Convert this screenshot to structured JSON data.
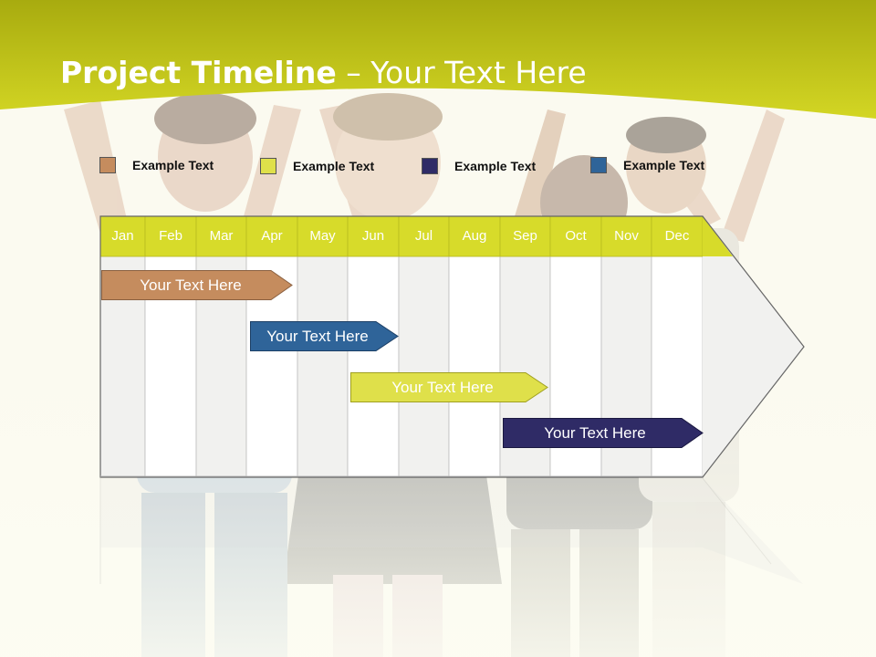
{
  "slide": {
    "title_bold": "Project Timeline",
    "title_rest": " – Your Text Here"
  },
  "legend": [
    {
      "label": "Example Text",
      "color": "#c58c5e"
    },
    {
      "label": "Example Text",
      "color": "#dfe04a"
    },
    {
      "label": "Example Text",
      "color": "#2f2b66"
    },
    {
      "label": "Example Text",
      "color": "#2f6499"
    }
  ],
  "timeline": {
    "months": [
      "Jan",
      "Feb",
      "Mar",
      "Apr",
      "May",
      "Jun",
      "Jul",
      "Aug",
      "Sep",
      "Oct",
      "Nov",
      "Dec"
    ],
    "header_color": "#d7db2a",
    "tasks": [
      {
        "label": "Your  Text Here",
        "color": "#c58c5e",
        "text_color": "#ffffff"
      },
      {
        "label": "Your  Text Here",
        "color": "#2f6499",
        "text_color": "#ffffff"
      },
      {
        "label": "Your  Text Here",
        "color": "#dfe04a",
        "text_color": "#ffffff"
      },
      {
        "label": "Your  Text Here",
        "color": "#2f2b66",
        "text_color": "#ffffff"
      }
    ]
  }
}
